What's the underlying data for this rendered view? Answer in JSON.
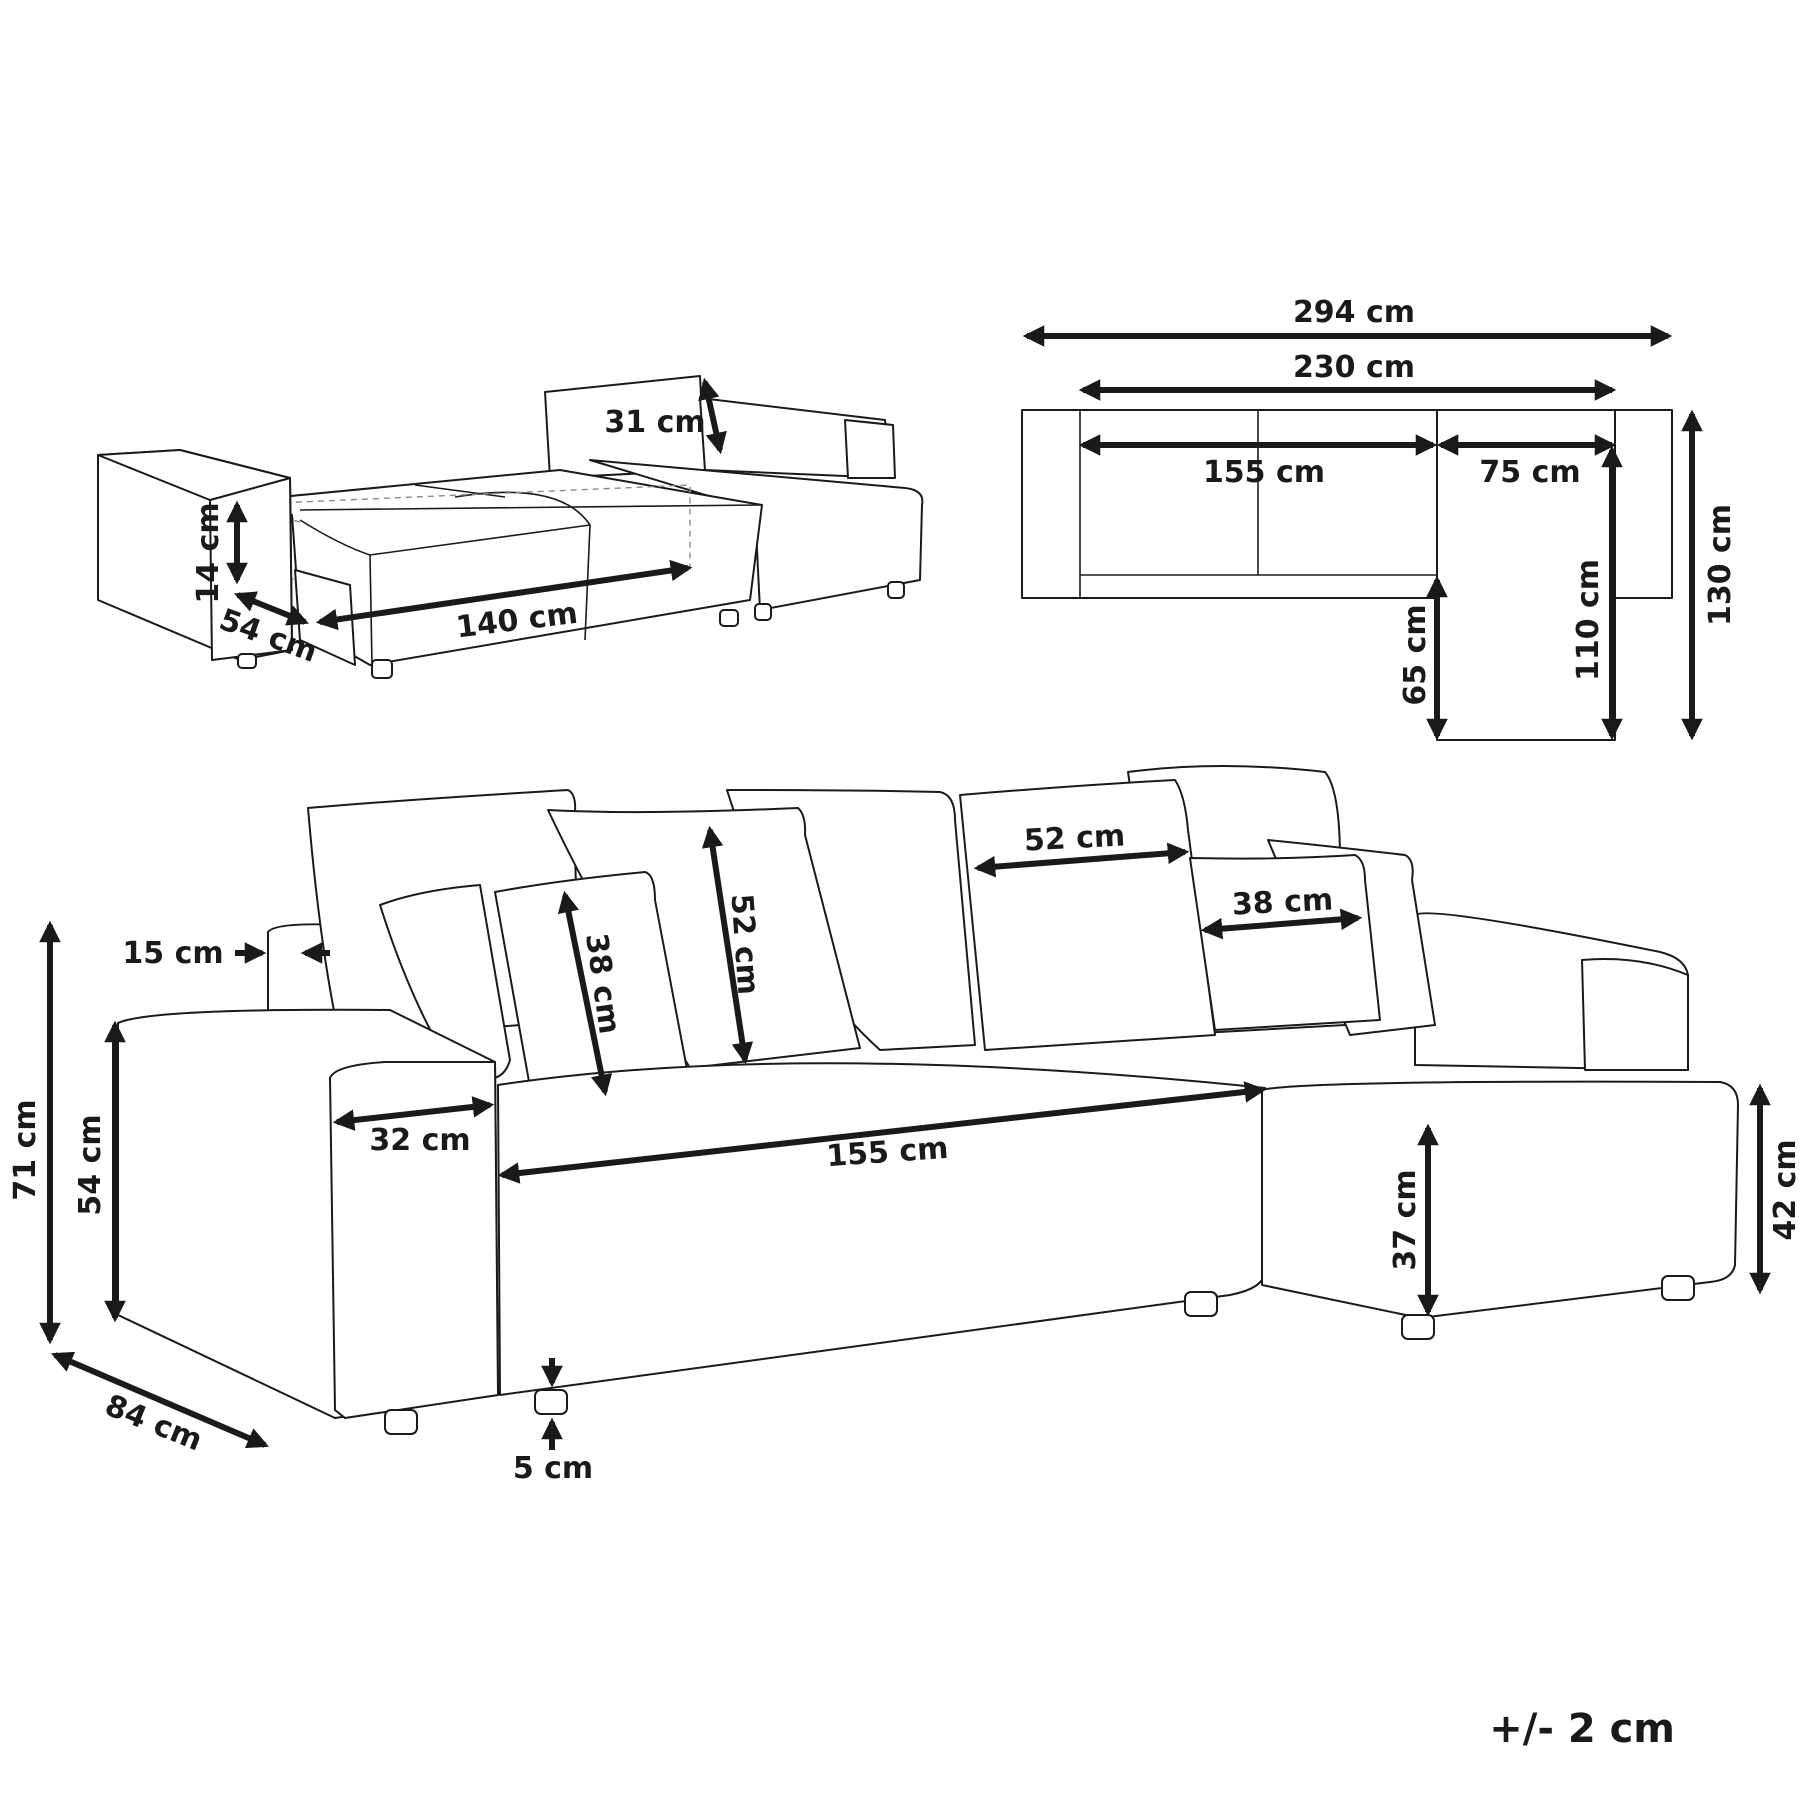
{
  "dimensions": {
    "overall_width": "294 cm",
    "inner_width": "230 cm",
    "top_seat_width": "155 cm",
    "top_chaise_width": "75 cm",
    "chaise_depth_total": "130 cm",
    "chaise_depth_seat": "110 cm",
    "chaise_extension": "65 cm",
    "bed_backrest_height": "31 cm",
    "bed_mattress_height": "14 cm",
    "bed_width": "54 cm",
    "bed_length": "140 cm",
    "armrest_top_width": "15 cm",
    "total_height": "71 cm",
    "armrest_height": "54 cm",
    "depth": "84 cm",
    "armrest_width": "32 cm",
    "seat_width": "155 cm",
    "leg_height": "5 cm",
    "large_cushion_height": "52 cm",
    "large_cushion_width": "52 cm",
    "small_cushion_height": "38 cm",
    "small_cushion_width": "38 cm",
    "seat_height": "37 cm",
    "chaise_height": "42 cm"
  },
  "tolerance": "+/- 2 cm",
  "colors": {
    "line": "#1a1a1a",
    "background": "#ffffff"
  }
}
